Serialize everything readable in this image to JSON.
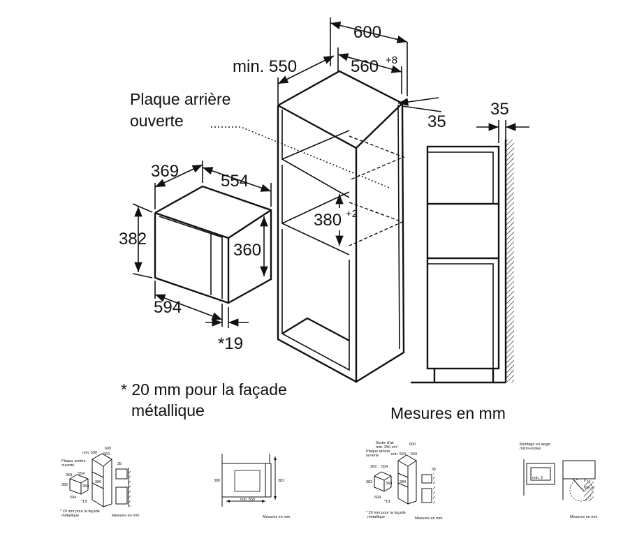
{
  "main": {
    "dims": {
      "width_600": "600",
      "min_550": "min. 550",
      "d560": "560",
      "d560_sup": "+8",
      "d35_side": "35",
      "d35_top": "35",
      "d369": "369",
      "d554": "554",
      "d382": "382",
      "d360": "360",
      "d380": "380",
      "d380_sup": "+2",
      "d594": "594",
      "d19": "*19"
    },
    "labels": {
      "plaque_line1": "Plaque arrière",
      "plaque_line2": "ouverte",
      "footnote_line1": "* 20 mm pour la façade",
      "footnote_line2": "métallique",
      "units": "Mesures en mm"
    }
  },
  "thumbnails": [
    {
      "labels": [
        "600",
        "min. 550",
        "560",
        "Plaque arrière",
        "ouverte",
        "35",
        "369",
        "554",
        "382",
        "360",
        "380",
        "594",
        "*19",
        "* 20 mm pour la façade",
        "métallique",
        "Mesures en mm"
      ]
    },
    {
      "labels": [
        "380",
        "382",
        "min. 550",
        "Mesures en mm"
      ]
    },
    {
      "labels": [
        "Sortie d'air",
        "min. 250 cm²",
        "600",
        "Plaque arrière",
        "ouverte",
        "min. 550",
        "560",
        "369",
        "554",
        "382",
        "360",
        "380",
        "35",
        "594",
        "*19",
        "* 20 mm pour la façade",
        "métallique",
        "Mesures en mm"
      ]
    },
    {
      "labels": [
        "Montage en angle",
        "micro-ondes",
        "min. 3",
        "Mesures en mm"
      ]
    }
  ]
}
